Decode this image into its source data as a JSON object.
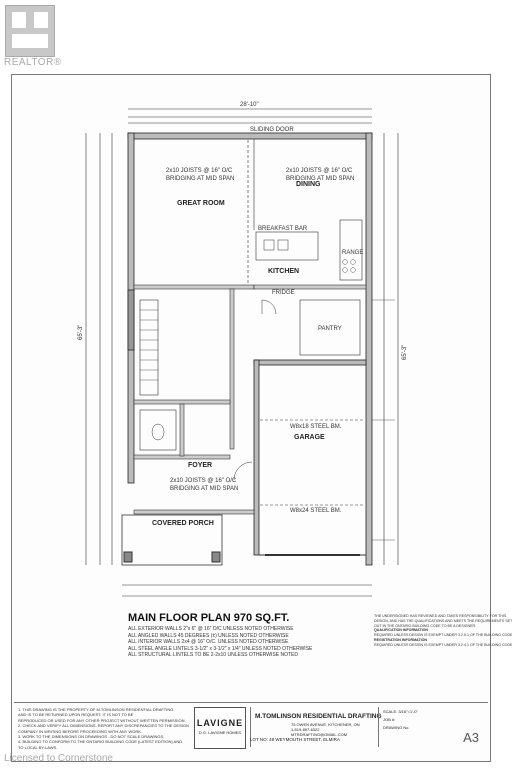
{
  "watermark": {
    "realtor": "REALTOR®",
    "footer": "Licensed to Cornerstone"
  },
  "plan": {
    "title": "MAIN FLOOR PLAN  970 SQ.FT.",
    "rooms": {
      "great_room": "GREAT ROOM",
      "dining": "DINING",
      "kitchen": "KITCHEN",
      "garage": "GARAGE",
      "foyer": "FOYER",
      "covered_porch": "COVERED PORCH"
    },
    "joists": {
      "great_room": "2x10 JOISTS @ 16\" O/C",
      "great_room_2": "BRIDGING AT MID SPAN",
      "dining": "2x10 JOISTS @ 16\" O/C",
      "dining_2": "BRIDGING AT MID SPAN",
      "foyer": "2x10 JOISTS @ 16\" O/C",
      "foyer_2": "BRIDGING AT MID SPAN"
    },
    "dims": {
      "overall_width": "28'-10\"",
      "left_depth": "65'-3\"",
      "right_depth": "65'-3\""
    },
    "labels": {
      "steel_beam": "W8x18 STEEL BM.",
      "garage_steel": "W8x24 STEEL BM.",
      "breakfast_bar": "BREAKFAST BAR",
      "pantry": "PANTRY",
      "fridge": "FRIDGE",
      "range": "RANGE",
      "sliding_door": "SLIDING DOOR"
    }
  },
  "notes": [
    "ALL EXTERIOR WALLS 2\"x 6\" @ 16\" O/C UNLESS NOTED OTHERWISE",
    "ALL ANGLED WALLS 45 DEGREES (±) UNLESS NOTED OTHERWISE",
    "ALL INTERIOR WALLS 2x4 @ 16\" O/C. UNLESS NOTED OTHERWISE",
    "ALL STEEL ANGLE LINTELS 3-1/2\" x 3-1/2\" x 1/4\" UNLESS NOTED OTHERWISE",
    "ALL STRUCTURAL LINTELS TO BE 2-2x10 UNLESS OTHERWISE NOTED"
  ],
  "disclaimers": [
    "1. THIS DRAWING IS THE PROPERTY OF M.TOMLINSON RESIDENTIAL DRAFTING",
    "   AND IS TO BE RETURNED UPON REQUEST. IT IS NOT TO BE",
    "   REPRODUCED OR USED FOR ANY OTHER PROJECT WITHOUT WRITTEN PERMISSION.",
    "2. CHECK AND VERIFY ALL DIMENSIONS. REPORT ANY DISCREPANCIES TO THE DESIGN",
    "   COMPANY IN WRITING BEFORE PROCEEDING WITH ANY WORK.",
    "3. WORK TO THE DIMENSIONS ON DRAWINGS - DO NOT SCALE DRAWINGS.",
    "4. BUILDING TO CONFORM TO THE ONTARIO BUILDING CODE (LATEST EDITION) AND",
    "   TO LOCAL BY-LAWS."
  ],
  "titleblock": {
    "builder": "LAVIGNE",
    "builder_sub": "D.G. LAVIGNE HOMES",
    "firm": "M.TOMLINSON RESIDENTIAL DRAFTING",
    "address": "75 OWEN AVENUE, KITCHENER, ON",
    "phone": "1-519-897-6322",
    "email": "MTRDRAFTING@GMAIL.COM",
    "lot": "LOT NO: 49 WEYMOUTH STREET, ELMIRA",
    "scale": "SCALE: 3/16\"=1'-0\"",
    "job": "JOB #:",
    "drawing_no": "DRAWING No.",
    "sheet": "A3"
  },
  "certification": [
    "THE UNDERSIGNED HAS REVIEWED AND TAKES RESPONSIBILITY FOR THIS",
    "DESIGN, AND HAS THE QUALIFICATIONS AND MEETS THE REQUIREMENTS SET",
    "OUT IN THE ONTARIO BUILDING CODE TO BE A DESIGNER.",
    "QUALIFICATION INFORMATION",
    "REQUIRED UNLESS DESIGN IS EXEMPT UNDER 3.2.5.1 OF THE BUILDING CODE",
    "REGISTRATION INFORMATION",
    "REQUIRED UNLESS DESIGN IS EXEMPT UNDER 3.2.4.1 OF THE BUILDING CODE"
  ]
}
